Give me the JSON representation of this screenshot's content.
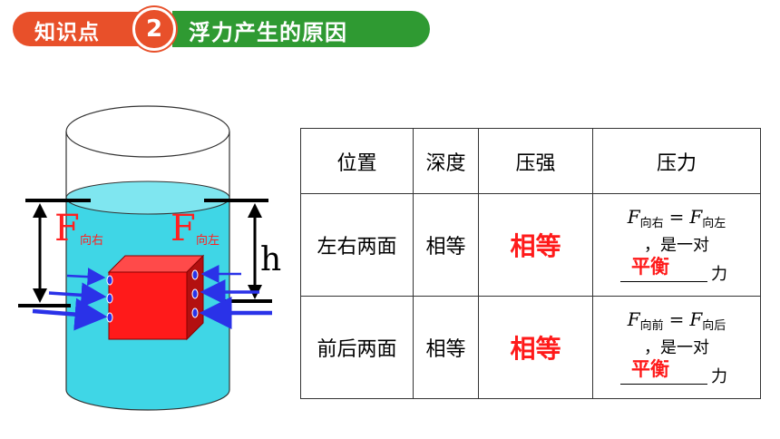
{
  "header": {
    "section_label": "知识点",
    "section_number": "2",
    "title": "浮力产生的原因"
  },
  "diagram": {
    "force_left_symbol": "F",
    "force_left_sub": "向右",
    "force_right_symbol": "F",
    "force_right_sub": "向左",
    "depth_label": "h",
    "colors": {
      "water": "#3fd6e6",
      "cube_front": "#ff1a1a",
      "cube_side": "#c21010",
      "arrow": "#2a32e8",
      "force_text": "#ff2020"
    }
  },
  "table": {
    "headers": [
      "位置",
      "深度",
      "压强",
      "压力"
    ],
    "rows": [
      {
        "position": "左右两面",
        "depth": "相等",
        "pressure": "相等",
        "force_a": "F",
        "force_a_sub": "向右",
        "force_b": "F",
        "force_b_sub": "向左",
        "equals": "=",
        "pair_text": "，是一对",
        "blank_answer": "平衡",
        "force_word": "力"
      },
      {
        "position": "前后两面",
        "depth": "相等",
        "pressure": "相等",
        "force_a": "F",
        "force_a_sub": "向前",
        "force_b": "F",
        "force_b_sub": "向后",
        "equals": "=",
        "pair_text": "，是一对",
        "blank_answer": "平衡",
        "force_word": "力"
      }
    ]
  }
}
